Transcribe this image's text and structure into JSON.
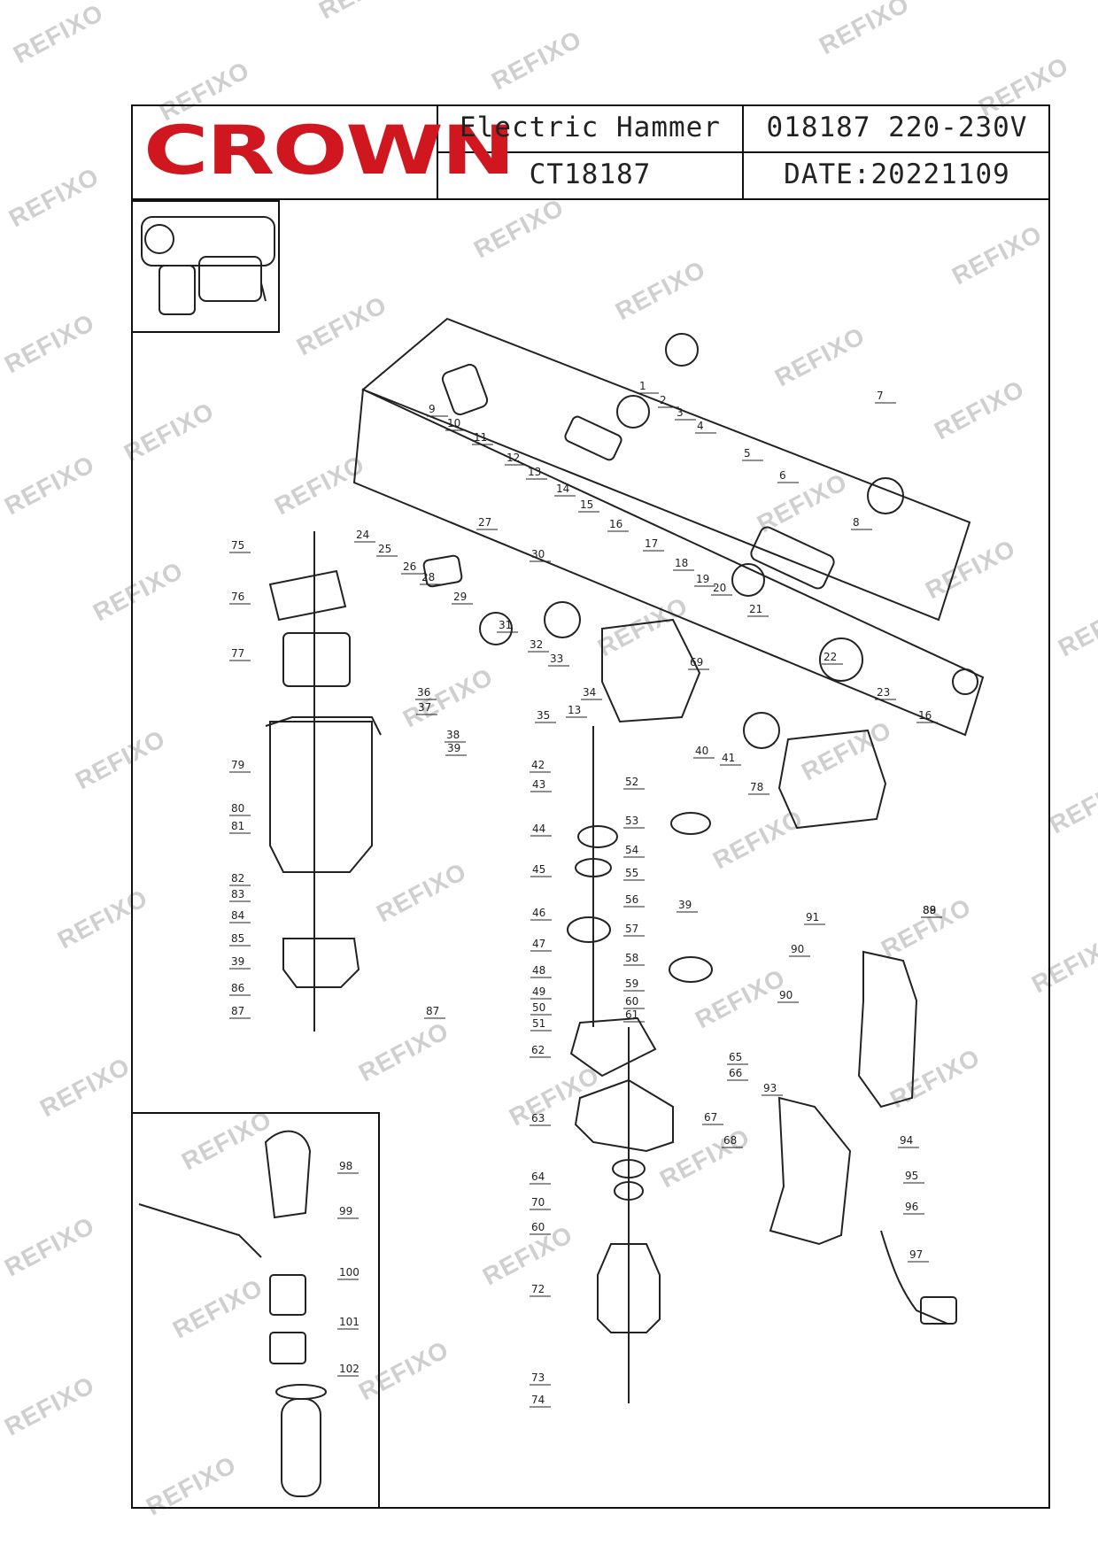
{
  "header": {
    "brand": "CROWN",
    "product_name": "Electric Hammer",
    "model_code": "CT18187",
    "article": "018187 220-230V",
    "date": "DATE:20221109"
  },
  "watermark": "REFIXO",
  "colors": {
    "brand_red": "#d0161f",
    "line": "#111111"
  },
  "parts": [
    "1",
    "2",
    "3",
    "4",
    "5",
    "6",
    "7",
    "8",
    "9",
    "10",
    "11",
    "12",
    "13",
    "14",
    "15",
    "16",
    "17",
    "18",
    "19",
    "20",
    "21",
    "22",
    "23",
    "16",
    "24",
    "25",
    "26",
    "27",
    "28",
    "29",
    "30",
    "31",
    "32",
    "33",
    "34",
    "35",
    "13",
    "36",
    "37",
    "38",
    "39",
    "39",
    "40",
    "41",
    "42",
    "43",
    "44",
    "45",
    "46",
    "47",
    "48",
    "49",
    "50",
    "51",
    "52",
    "53",
    "54",
    "55",
    "56",
    "57",
    "58",
    "59",
    "60",
    "61",
    "62",
    "63",
    "64",
    "70",
    "60",
    "72",
    "73",
    "74",
    "65",
    "66",
    "67",
    "68",
    "69",
    "75",
    "76",
    "77",
    "78",
    "79",
    "80",
    "81",
    "82",
    "83",
    "84",
    "85",
    "39",
    "86",
    "87",
    "88",
    "87",
    "89",
    "90",
    "91",
    "90",
    "93",
    "94",
    "95",
    "96",
    "97",
    "98",
    "99",
    "100",
    "101",
    "102"
  ]
}
